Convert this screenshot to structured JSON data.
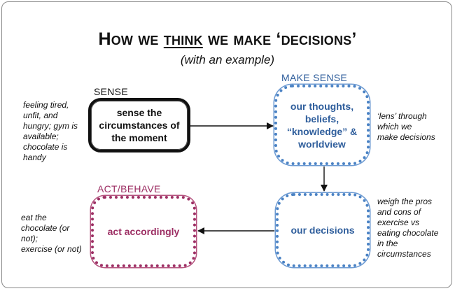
{
  "title": {
    "part1": "How we ",
    "part2": "think",
    "part3": " we make ‘decisions’"
  },
  "subtitle": "(with an example)",
  "sense": {
    "heading": "SENSE",
    "box": "sense the\ncircumstances of\nthe moment",
    "note": "feeling tired,\nunfit, and\nhungry; gym is\navailable;\nchocolate is\nhandy"
  },
  "make_sense": {
    "heading": "MAKE SENSE",
    "box": "our thoughts,\nbeliefs,\n“knowledge” &\nworldview",
    "note": "‘lens’ through\nwhich we\nmake decisions"
  },
  "decisions": {
    "box": "our decisions",
    "note": "weigh the pros\nand cons of\nexercise vs\neating chocolate\nin the\ncircumstances"
  },
  "act": {
    "heading": "ACT/BEHAVE",
    "box": "act accordingly",
    "note": "eat the\nchocolate (or\nnot);\nexercise (or not)"
  },
  "colors": {
    "sense": "#111111",
    "make_sense": "#2f5e9c",
    "act": "#9c2e63"
  }
}
